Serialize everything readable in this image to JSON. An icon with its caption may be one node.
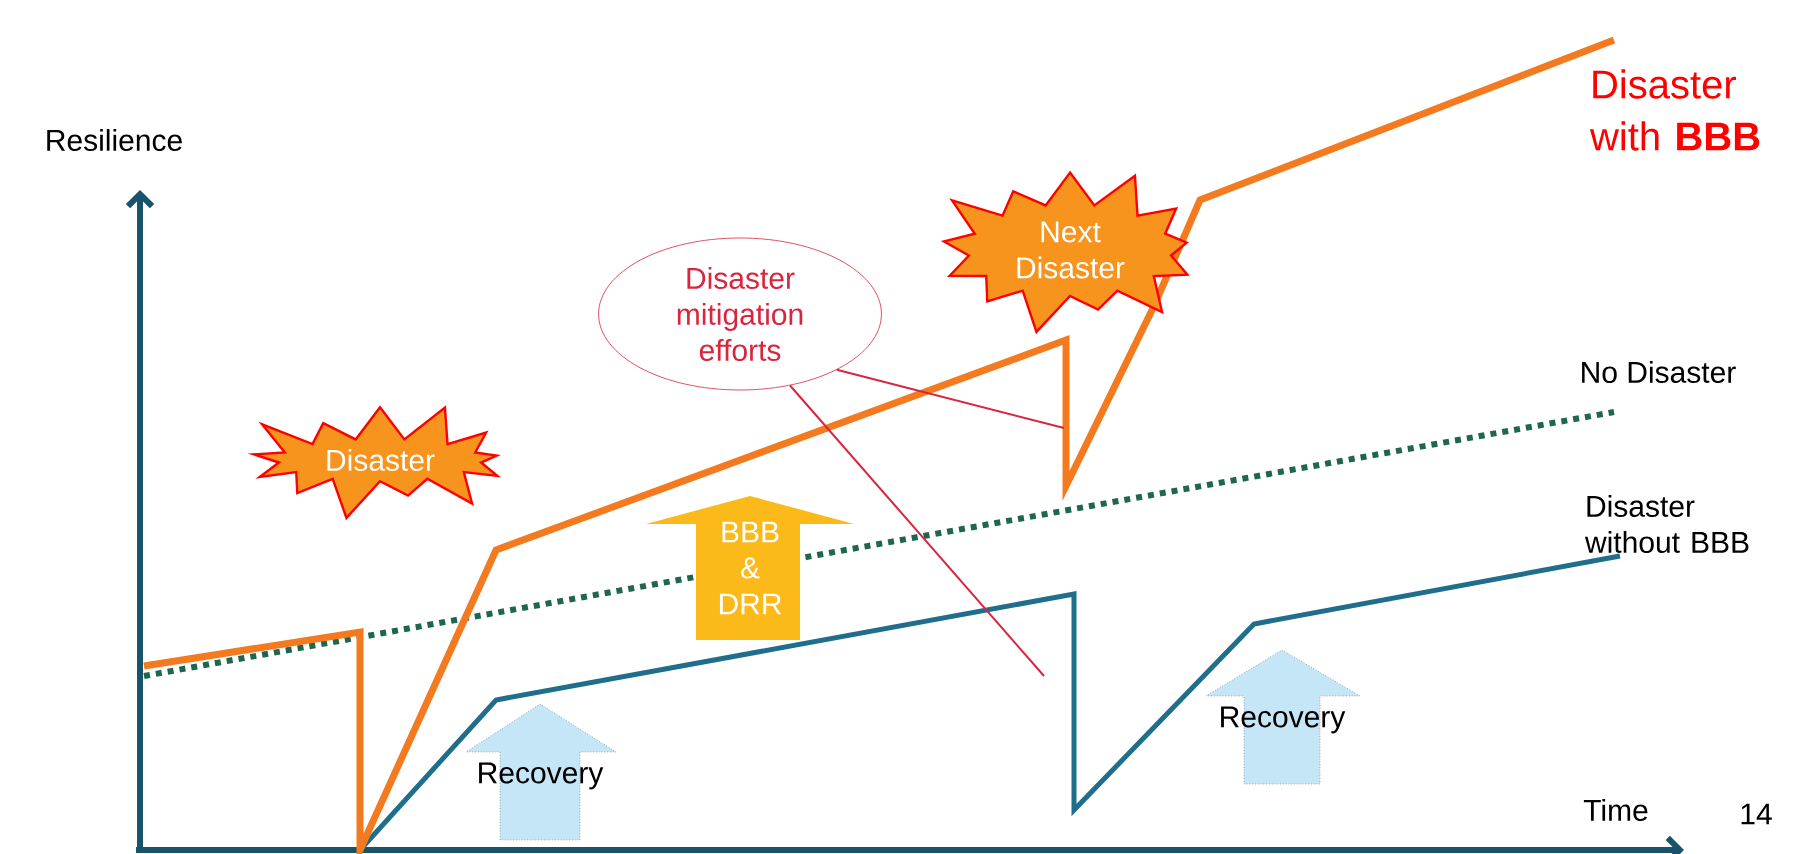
{
  "diagram": {
    "nodes": [
      {
        "text": [
          "Disaster"
        ]
      },
      {
        "text": [
          "Disaster mitigation efforts"
        ]
      },
      {
        "text": [
          "Next Disaster"
        ]
      },
      {
        "text": [
          "BBB & DRR"
        ]
      },
      {
        "text": [
          "Recovery"
        ]
      },
      {
        "text": [
          "Recovery"
        ]
      }
    ],
    "edges": [
      {
        "from": 1,
        "to": null,
        "arrow": "none"
      },
      {
        "from": 1,
        "to": null,
        "arrow": "none"
      }
    ],
    "labels": [
      "Disaster with **BBB**",
      "Resilience",
      "No Disaster",
      "Disaster without BBB",
      "Time",
      "14"
    ]
  }
}
